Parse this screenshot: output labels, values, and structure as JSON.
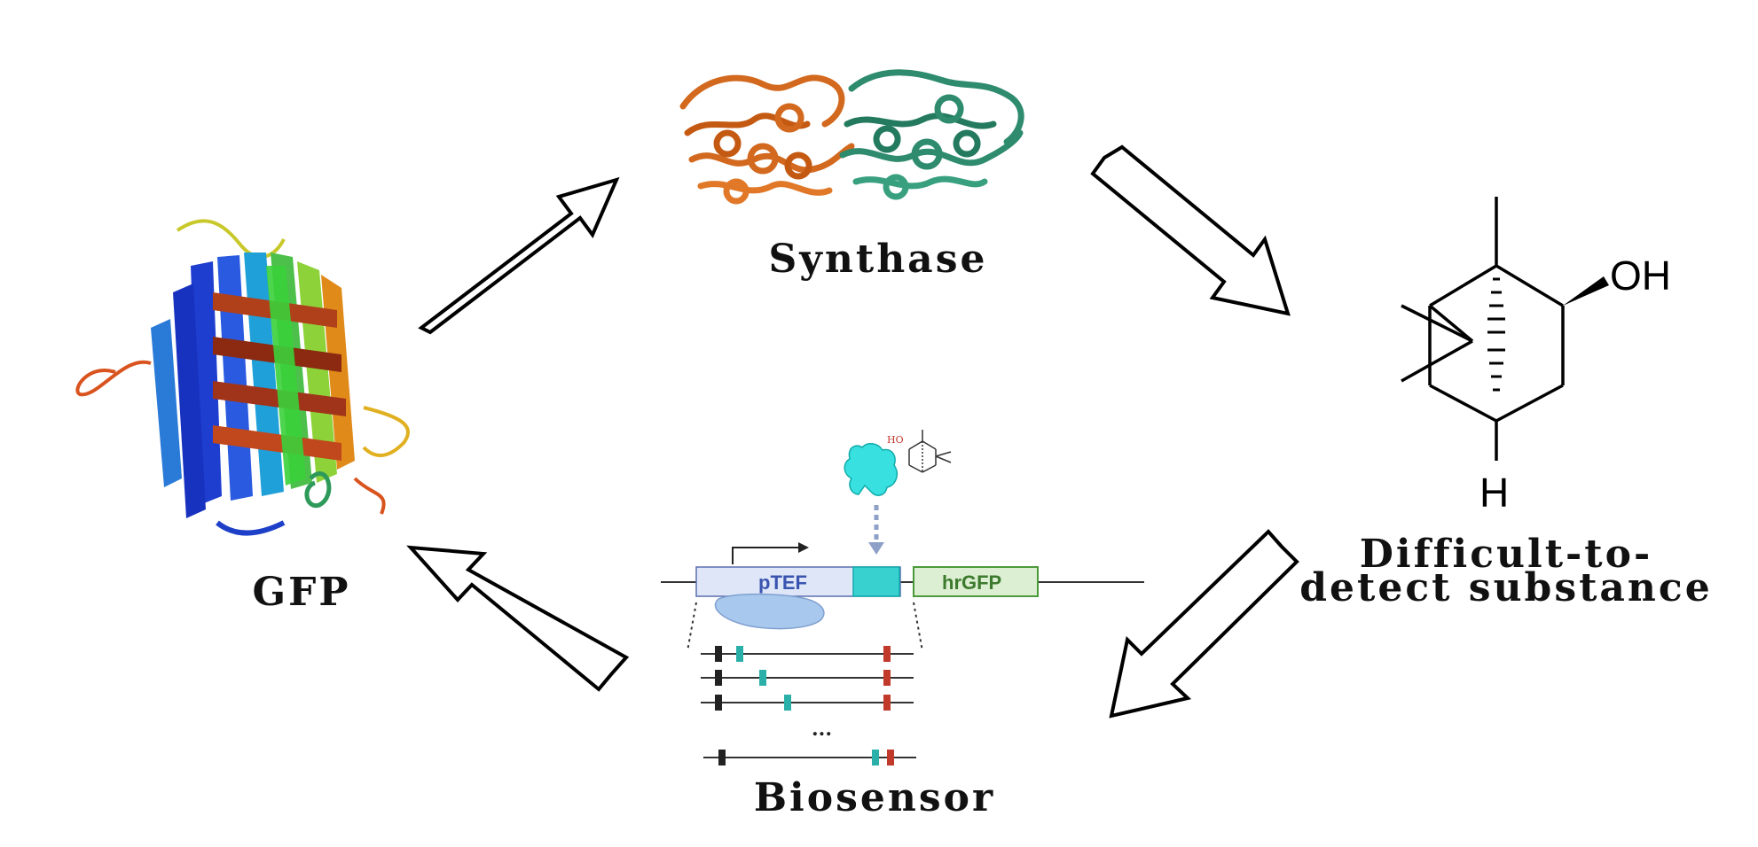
{
  "labels": {
    "gfp": "GFP",
    "synthase": "Synthase",
    "substance_line1": "Difficult-to-",
    "substance_line2": "detect substance",
    "biosensor": "Biosensor"
  },
  "molecule": {
    "oh": "OH",
    "h": "H"
  },
  "construct": {
    "promoter": "pTEF",
    "reporter": "hrGFP",
    "ellipsis": "...",
    "ligand_ho": "HO"
  },
  "colors": {
    "synthase_chain_a": "#d2691e",
    "synthase_chain_b": "#2e8b6e",
    "promoter_box": "#dfe6f7",
    "binding_site": "#39d0d0",
    "reporter_box": "#dcefd2",
    "reporter_text": "#3c7a2e",
    "promoter_text": "#3a55b0",
    "arrow_stroke": "#000000",
    "mark_black": "#222222",
    "mark_teal": "#2ab0a8",
    "mark_red": "#c0392b"
  }
}
